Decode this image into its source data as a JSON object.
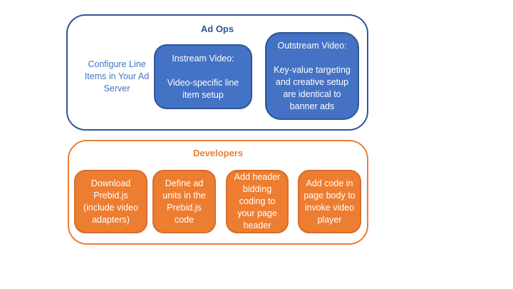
{
  "colors": {
    "accent_blue_fill": "#4472C4",
    "accent_blue_border": "#2F5597",
    "blue_heading": "#2F5597",
    "blue_label_text": "#4472C4",
    "accent_orange_fill": "#ED7D31",
    "accent_orange_border": "#D96C28",
    "orange_heading": "#ED7D31",
    "node_text": "#FFFFFF"
  },
  "ad_ops": {
    "title": "Ad Ops",
    "side_label": "Configure Line\nItems in Your Ad\nServer",
    "boxes": [
      {
        "label": "Instream Video:\n\nVideo-specific line\nitem setup"
      },
      {
        "label": "Outstream Video:\n\nKey-value targeting\nand creative setup\nare identical to\nbanner ads"
      }
    ]
  },
  "developers": {
    "title": "Developers",
    "boxes": [
      {
        "label": "Download\nPrebid.js\n(include video\nadapters)"
      },
      {
        "label": "Define ad\nunits in the\nPrebid.js\ncode"
      },
      {
        "label": "Add header\nbidding\ncoding to\nyour page\nheader"
      },
      {
        "label": "Add code in\npage body to\ninvoke video\nplayer"
      }
    ]
  }
}
